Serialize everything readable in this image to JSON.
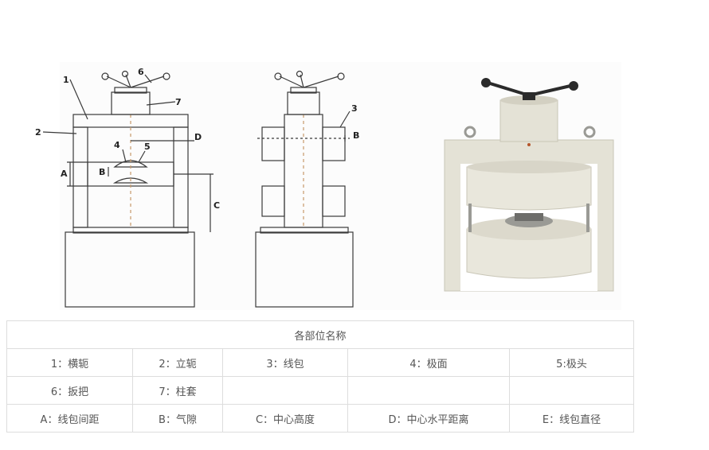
{
  "figure": {
    "front_labels": [
      "1",
      "2",
      "4",
      "5",
      "6",
      "7",
      "A",
      "B",
      "C",
      "D"
    ],
    "side_labels": [
      "3",
      "B"
    ],
    "colors": {
      "line": "#3a3a3a",
      "dash": "#c89a6a",
      "photo_body": "#e4e2d6",
      "photo_shade": "#c9c6b7",
      "photo_dark": "#2b2b2b",
      "photo_metal": "#9a9a95"
    }
  },
  "table": {
    "title": "各部位名称",
    "rows": [
      [
        "1：横轭",
        "2：立轭",
        "3：线包",
        "4：极面",
        "5:极头"
      ],
      [
        "6：扳把",
        "7：柱套",
        "",
        "",
        ""
      ],
      [
        "A：线包间距",
        "B：气隙",
        "C：中心高度",
        "D：中心水平距离",
        "E：线包直径"
      ]
    ]
  }
}
